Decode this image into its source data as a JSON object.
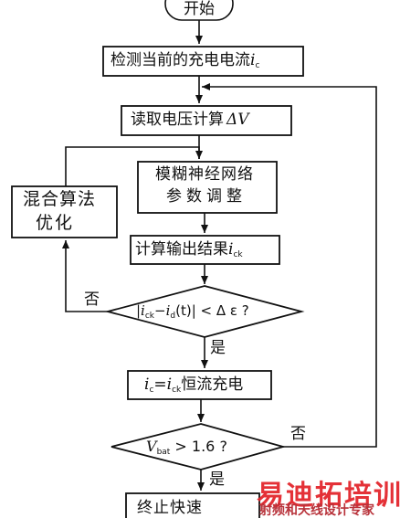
{
  "nodes": {
    "start": "开始",
    "detect_current_prefix": "检测当前的充电电流",
    "detect_current_var": "i",
    "detect_current_sub": "c",
    "read_voltage": "读取电压计算",
    "read_voltage_var": "ΔV",
    "fuzzy_line1": "模糊神经网络",
    "fuzzy_line2": "参数调整",
    "hybrid_line1": "混合算法",
    "hybrid_line2": "优化",
    "output_prefix": "计算输出结果",
    "output_var": "i",
    "output_sub": "ck",
    "cond1_part1": "|i",
    "cond1_sub1": "ck",
    "cond1_part2": "−i",
    "cond1_sub2": "d",
    "cond1_part3": "(t)| < Δ ε ?",
    "const_var1": "i",
    "const_sub1": "c",
    "const_eq": "=i",
    "const_sub2": "ck",
    "const_suffix": "恒流充电",
    "cond2_var": "V",
    "cond2_sub": "bat",
    "cond2_rest": " > 1.6 ?",
    "stop": "终止快速"
  },
  "edge_labels": {
    "no1": "否",
    "yes1": "是",
    "no2": "否",
    "yes2": "是"
  },
  "watermark": {
    "brand": "易迪拓培训",
    "tagline": "射频和天线设计专家"
  },
  "colors": {
    "line": "#111111",
    "watermark_red": "#e3262d"
  }
}
